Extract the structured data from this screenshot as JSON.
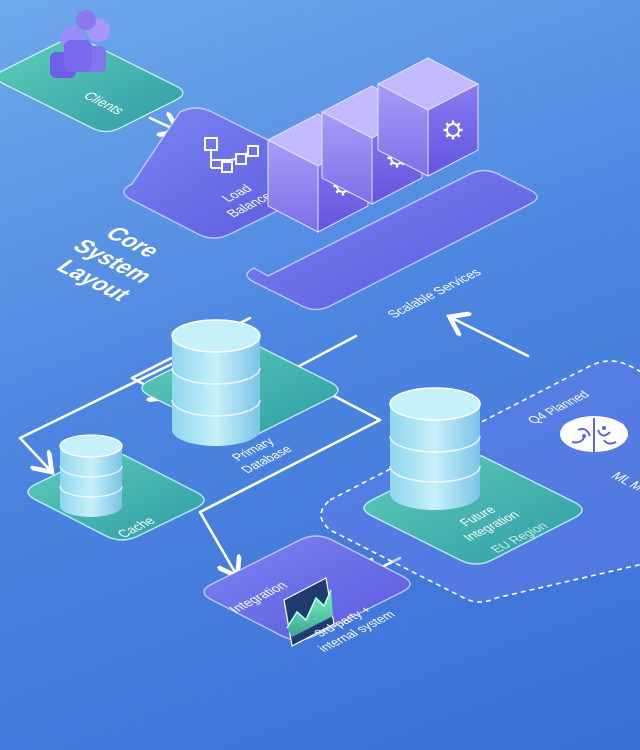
{
  "diagram": {
    "title_lines": [
      "Core",
      "System",
      "Layout"
    ],
    "nodes": {
      "clients": {
        "label": "Clients"
      },
      "load_balancer": {
        "label_lines": [
          "Load",
          "Balancer"
        ]
      },
      "scalable_services": {
        "label": "Scalable Services"
      },
      "primary_database": {
        "label_lines": [
          "Primary",
          "Database"
        ]
      },
      "cache": {
        "label": "Cache"
      },
      "integration": {
        "title": "Integration",
        "caption_lines": [
          "3rd-party +",
          "internal system"
        ]
      },
      "future_integration": {
        "label_lines": [
          "Future",
          "Integration"
        ],
        "region": "EU Region"
      },
      "ml_module": {
        "badge": "Q4 Planned",
        "label": "ML M"
      }
    }
  },
  "colors": {
    "background_top": "#6fa9ea",
    "background_bottom": "#3a6ed6",
    "teal_platform": "#3db5a8",
    "indigo_platform": "#6a6ee8",
    "cylinder": "#a9e6f5",
    "server_cube": "#8f82f2",
    "arrow": "#ffffff"
  },
  "icons": [
    "people-icon",
    "hierarchy-icon",
    "gear-icon",
    "brain-icon",
    "line-chart-icon"
  ]
}
